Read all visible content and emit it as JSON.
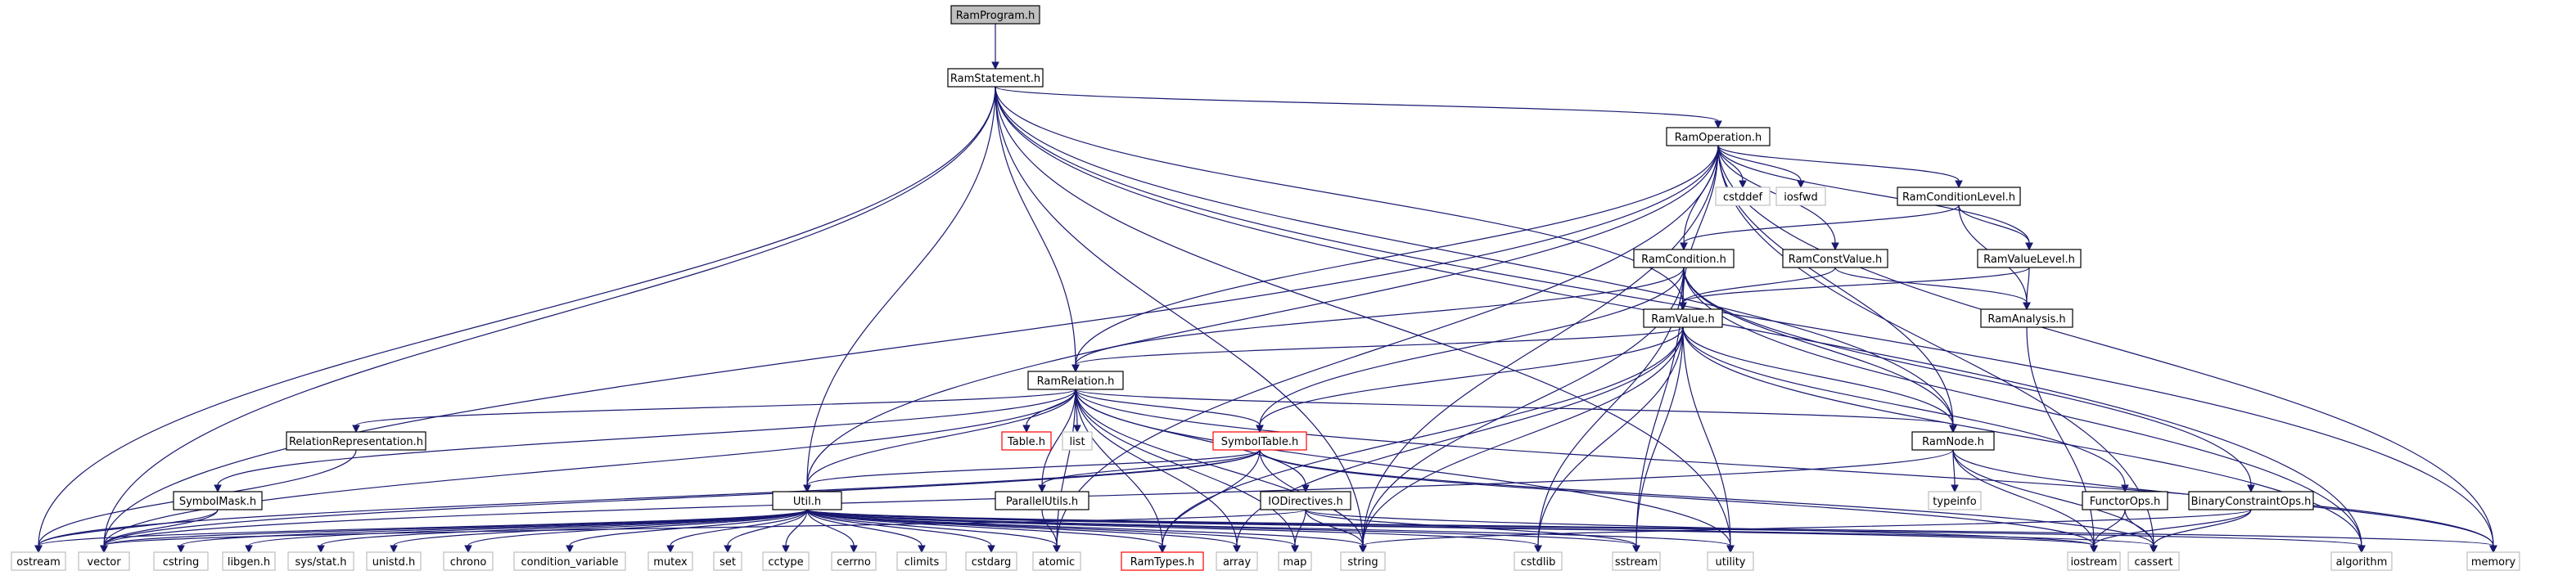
{
  "nodes": [
    {
      "id": "RamProgram_h",
      "label": "RamProgram.h",
      "style": "root"
    },
    {
      "id": "RamStatement_h",
      "label": "RamStatement.h",
      "style": "normal"
    },
    {
      "id": "RamOperation_h",
      "label": "RamOperation.h",
      "style": "normal"
    },
    {
      "id": "cstddef",
      "label": "cstddef",
      "style": "external"
    },
    {
      "id": "iosfwd",
      "label": "iosfwd",
      "style": "external"
    },
    {
      "id": "RamConditionLevel_h",
      "label": "RamConditionLevel.h",
      "style": "normal"
    },
    {
      "id": "RamCondition_h",
      "label": "RamCondition.h",
      "style": "normal"
    },
    {
      "id": "RamConstValue_h",
      "label": "RamConstValue.h",
      "style": "normal"
    },
    {
      "id": "RamValueLevel_h",
      "label": "RamValueLevel.h",
      "style": "normal"
    },
    {
      "id": "RamValue_h",
      "label": "RamValue.h",
      "style": "normal"
    },
    {
      "id": "RamAnalysis_h",
      "label": "RamAnalysis.h",
      "style": "normal"
    },
    {
      "id": "RamRelation_h",
      "label": "RamRelation.h",
      "style": "normal"
    },
    {
      "id": "RelationRepresentation_h",
      "label": "RelationRepresentation.h",
      "style": "normal"
    },
    {
      "id": "Table_h",
      "label": "Table.h",
      "style": "truncated"
    },
    {
      "id": "list",
      "label": "list",
      "style": "external"
    },
    {
      "id": "SymbolTable_h",
      "label": "SymbolTable.h",
      "style": "truncated"
    },
    {
      "id": "RamNode_h",
      "label": "RamNode.h",
      "style": "normal"
    },
    {
      "id": "typeinfo",
      "label": "typeinfo",
      "style": "external"
    },
    {
      "id": "SymbolMask_h",
      "label": "SymbolMask.h",
      "style": "normal"
    },
    {
      "id": "Util_h",
      "label": "Util.h",
      "style": "normal"
    },
    {
      "id": "ParallelUtils_h",
      "label": "ParallelUtils.h",
      "style": "normal"
    },
    {
      "id": "IODirectives_h",
      "label": "IODirectives.h",
      "style": "normal"
    },
    {
      "id": "FunctorOps_h",
      "label": "FunctorOps.h",
      "style": "normal"
    },
    {
      "id": "BinaryConstraintOps_h",
      "label": "BinaryConstraintOps.h",
      "style": "normal"
    },
    {
      "id": "ostream",
      "label": "ostream",
      "style": "external"
    },
    {
      "id": "vector",
      "label": "vector",
      "style": "external"
    },
    {
      "id": "cstring",
      "label": "cstring",
      "style": "external"
    },
    {
      "id": "libgen_h",
      "label": "libgen.h",
      "style": "external"
    },
    {
      "id": "sys_stat_h",
      "label": "sys/stat.h",
      "style": "external"
    },
    {
      "id": "unistd_h",
      "label": "unistd.h",
      "style": "external"
    },
    {
      "id": "chrono",
      "label": "chrono",
      "style": "external"
    },
    {
      "id": "condition_variable",
      "label": "condition_variable",
      "style": "external"
    },
    {
      "id": "mutex",
      "label": "mutex",
      "style": "external"
    },
    {
      "id": "set",
      "label": "set",
      "style": "external"
    },
    {
      "id": "cctype",
      "label": "cctype",
      "style": "external"
    },
    {
      "id": "cerrno",
      "label": "cerrno",
      "style": "external"
    },
    {
      "id": "climits",
      "label": "climits",
      "style": "external"
    },
    {
      "id": "cstdarg",
      "label": "cstdarg",
      "style": "external"
    },
    {
      "id": "atomic",
      "label": "atomic",
      "style": "external"
    },
    {
      "id": "RamTypes_h",
      "label": "RamTypes.h",
      "style": "truncated"
    },
    {
      "id": "array",
      "label": "array",
      "style": "external"
    },
    {
      "id": "map",
      "label": "map",
      "style": "external"
    },
    {
      "id": "string",
      "label": "string",
      "style": "external"
    },
    {
      "id": "cstdlib",
      "label": "cstdlib",
      "style": "external"
    },
    {
      "id": "sstream",
      "label": "sstream",
      "style": "external"
    },
    {
      "id": "utility",
      "label": "utility",
      "style": "external"
    },
    {
      "id": "iostream",
      "label": "iostream",
      "style": "external"
    },
    {
      "id": "cassert",
      "label": "cassert",
      "style": "external"
    },
    {
      "id": "algorithm",
      "label": "algorithm",
      "style": "external"
    },
    {
      "id": "memory",
      "label": "memory",
      "style": "external"
    }
  ],
  "edges": [
    [
      "RamProgram_h",
      "RamStatement_h"
    ],
    [
      "RamStatement_h",
      "ostream"
    ],
    [
      "RamStatement_h",
      "vector"
    ],
    [
      "RamStatement_h",
      "Util_h"
    ],
    [
      "RamStatement_h",
      "RamRelation_h"
    ],
    [
      "RamStatement_h",
      "string"
    ],
    [
      "RamStatement_h",
      "RamOperation_h"
    ],
    [
      "RamStatement_h",
      "RamValue_h"
    ],
    [
      "RamStatement_h",
      "utility"
    ],
    [
      "RamStatement_h",
      "RamNode_h"
    ],
    [
      "RamStatement_h",
      "algorithm"
    ],
    [
      "RamStatement_h",
      "memory"
    ],
    [
      "RamOperation_h",
      "cstddef"
    ],
    [
      "RamOperation_h",
      "iosfwd"
    ],
    [
      "RamOperation_h",
      "RamConditionLevel_h"
    ],
    [
      "RamOperation_h",
      "RamCondition_h"
    ],
    [
      "RamOperation_h",
      "RamConstValue_h"
    ],
    [
      "RamOperation_h",
      "RamValueLevel_h"
    ],
    [
      "RamOperation_h",
      "RamValue_h"
    ],
    [
      "RamOperation_h",
      "RamRelation_h"
    ],
    [
      "RamOperation_h",
      "RamNode_h"
    ],
    [
      "RamOperation_h",
      "Util_h"
    ],
    [
      "RamOperation_h",
      "vector"
    ],
    [
      "RamOperation_h",
      "string"
    ],
    [
      "RamOperation_h",
      "atomic"
    ],
    [
      "RamOperation_h",
      "cassert"
    ],
    [
      "RamOperation_h",
      "memory"
    ],
    [
      "RamConditionLevel_h",
      "RamCondition_h"
    ],
    [
      "RamConditionLevel_h",
      "RamValueLevel_h"
    ],
    [
      "RamConditionLevel_h",
      "RamAnalysis_h"
    ],
    [
      "RamCondition_h",
      "RamValue_h"
    ],
    [
      "RamCondition_h",
      "RamRelation_h"
    ],
    [
      "RamCondition_h",
      "SymbolTable_h"
    ],
    [
      "RamCondition_h",
      "RamNode_h"
    ],
    [
      "RamCondition_h",
      "BinaryConstraintOps_h"
    ],
    [
      "RamCondition_h",
      "string"
    ],
    [
      "RamCondition_h",
      "cstdlib"
    ],
    [
      "RamCondition_h",
      "sstream"
    ],
    [
      "RamCondition_h",
      "algorithm"
    ],
    [
      "RamConstValue_h",
      "RamValue_h"
    ],
    [
      "RamConstValue_h",
      "RamAnalysis_h"
    ],
    [
      "RamValueLevel_h",
      "RamValue_h"
    ],
    [
      "RamValueLevel_h",
      "RamAnalysis_h"
    ],
    [
      "RamAnalysis_h",
      "iostream"
    ],
    [
      "RamValue_h",
      "RamRelation_h"
    ],
    [
      "RamValue_h",
      "SymbolTable_h"
    ],
    [
      "RamValue_h",
      "RamNode_h"
    ],
    [
      "RamValue_h",
      "FunctorOps_h"
    ],
    [
      "RamValue_h",
      "RamTypes_h"
    ],
    [
      "RamValue_h",
      "string"
    ],
    [
      "RamValue_h",
      "cstdlib"
    ],
    [
      "RamValue_h",
      "sstream"
    ],
    [
      "RamValue_h",
      "utility"
    ],
    [
      "RamValue_h",
      "array"
    ],
    [
      "RamValue_h",
      "algorithm"
    ],
    [
      "RamRelation_h",
      "RelationRepresentation_h"
    ],
    [
      "RamRelation_h",
      "Table_h"
    ],
    [
      "RamRelation_h",
      "list"
    ],
    [
      "RamRelation_h",
      "SymbolTable_h"
    ],
    [
      "RamRelation_h",
      "RamNode_h"
    ],
    [
      "RamRelation_h",
      "SymbolMask_h"
    ],
    [
      "RamRelation_h",
      "Util_h"
    ],
    [
      "RamRelation_h",
      "ParallelUtils_h"
    ],
    [
      "RamRelation_h",
      "IODirectives_h"
    ],
    [
      "RamRelation_h",
      "RamTypes_h"
    ],
    [
      "RamRelation_h",
      "vector"
    ],
    [
      "RamRelation_h",
      "array"
    ],
    [
      "RamRelation_h",
      "map"
    ],
    [
      "RamRelation_h",
      "string"
    ],
    [
      "RamRelation_h",
      "atomic"
    ],
    [
      "RamRelation_h",
      "utility"
    ],
    [
      "RamRelation_h",
      "memory"
    ],
    [
      "RelationRepresentation_h",
      "ostream"
    ],
    [
      "SymbolTable_h",
      "Util_h"
    ],
    [
      "SymbolTable_h",
      "ParallelUtils_h"
    ],
    [
      "SymbolTable_h",
      "RamTypes_h"
    ],
    [
      "SymbolTable_h",
      "string"
    ],
    [
      "SymbolTable_h",
      "iostream"
    ],
    [
      "SymbolTable_h",
      "cassert"
    ],
    [
      "SymbolTable_h",
      "vector"
    ],
    [
      "SymbolTable_h",
      "ostream"
    ],
    [
      "RamNode_h",
      "typeinfo"
    ],
    [
      "RamNode_h",
      "iostream"
    ],
    [
      "RamNode_h",
      "cassert"
    ],
    [
      "RamNode_h",
      "memory"
    ],
    [
      "RamNode_h",
      "vector"
    ],
    [
      "SymbolMask_h",
      "ostream"
    ],
    [
      "SymbolMask_h",
      "vector"
    ],
    [
      "Util_h",
      "ostream"
    ],
    [
      "Util_h",
      "vector"
    ],
    [
      "Util_h",
      "cstring"
    ],
    [
      "Util_h",
      "libgen_h"
    ],
    [
      "Util_h",
      "sys_stat_h"
    ],
    [
      "Util_h",
      "unistd_h"
    ],
    [
      "Util_h",
      "chrono"
    ],
    [
      "Util_h",
      "condition_variable"
    ],
    [
      "Util_h",
      "mutex"
    ],
    [
      "Util_h",
      "set"
    ],
    [
      "Util_h",
      "cctype"
    ],
    [
      "Util_h",
      "cerrno"
    ],
    [
      "Util_h",
      "climits"
    ],
    [
      "Util_h",
      "cstdarg"
    ],
    [
      "Util_h",
      "atomic"
    ],
    [
      "Util_h",
      "RamTypes_h"
    ],
    [
      "Util_h",
      "array"
    ],
    [
      "Util_h",
      "map"
    ],
    [
      "Util_h",
      "string"
    ],
    [
      "Util_h",
      "cstdlib"
    ],
    [
      "Util_h",
      "sstream"
    ],
    [
      "Util_h",
      "utility"
    ],
    [
      "Util_h",
      "iostream"
    ],
    [
      "Util_h",
      "cassert"
    ],
    [
      "Util_h",
      "algorithm"
    ],
    [
      "Util_h",
      "memory"
    ],
    [
      "ParallelUtils_h",
      "atomic"
    ],
    [
      "IODirectives_h",
      "map"
    ],
    [
      "IODirectives_h",
      "string"
    ],
    [
      "IODirectives_h",
      "vector"
    ],
    [
      "IODirectives_h",
      "sstream"
    ],
    [
      "IODirectives_h",
      "iostream"
    ],
    [
      "FunctorOps_h",
      "iostream"
    ],
    [
      "FunctorOps_h",
      "cassert"
    ],
    [
      "BinaryConstraintOps_h",
      "iostream"
    ],
    [
      "BinaryConstraintOps_h",
      "cassert"
    ],
    [
      "BinaryConstraintOps_h",
      "string"
    ]
  ]
}
